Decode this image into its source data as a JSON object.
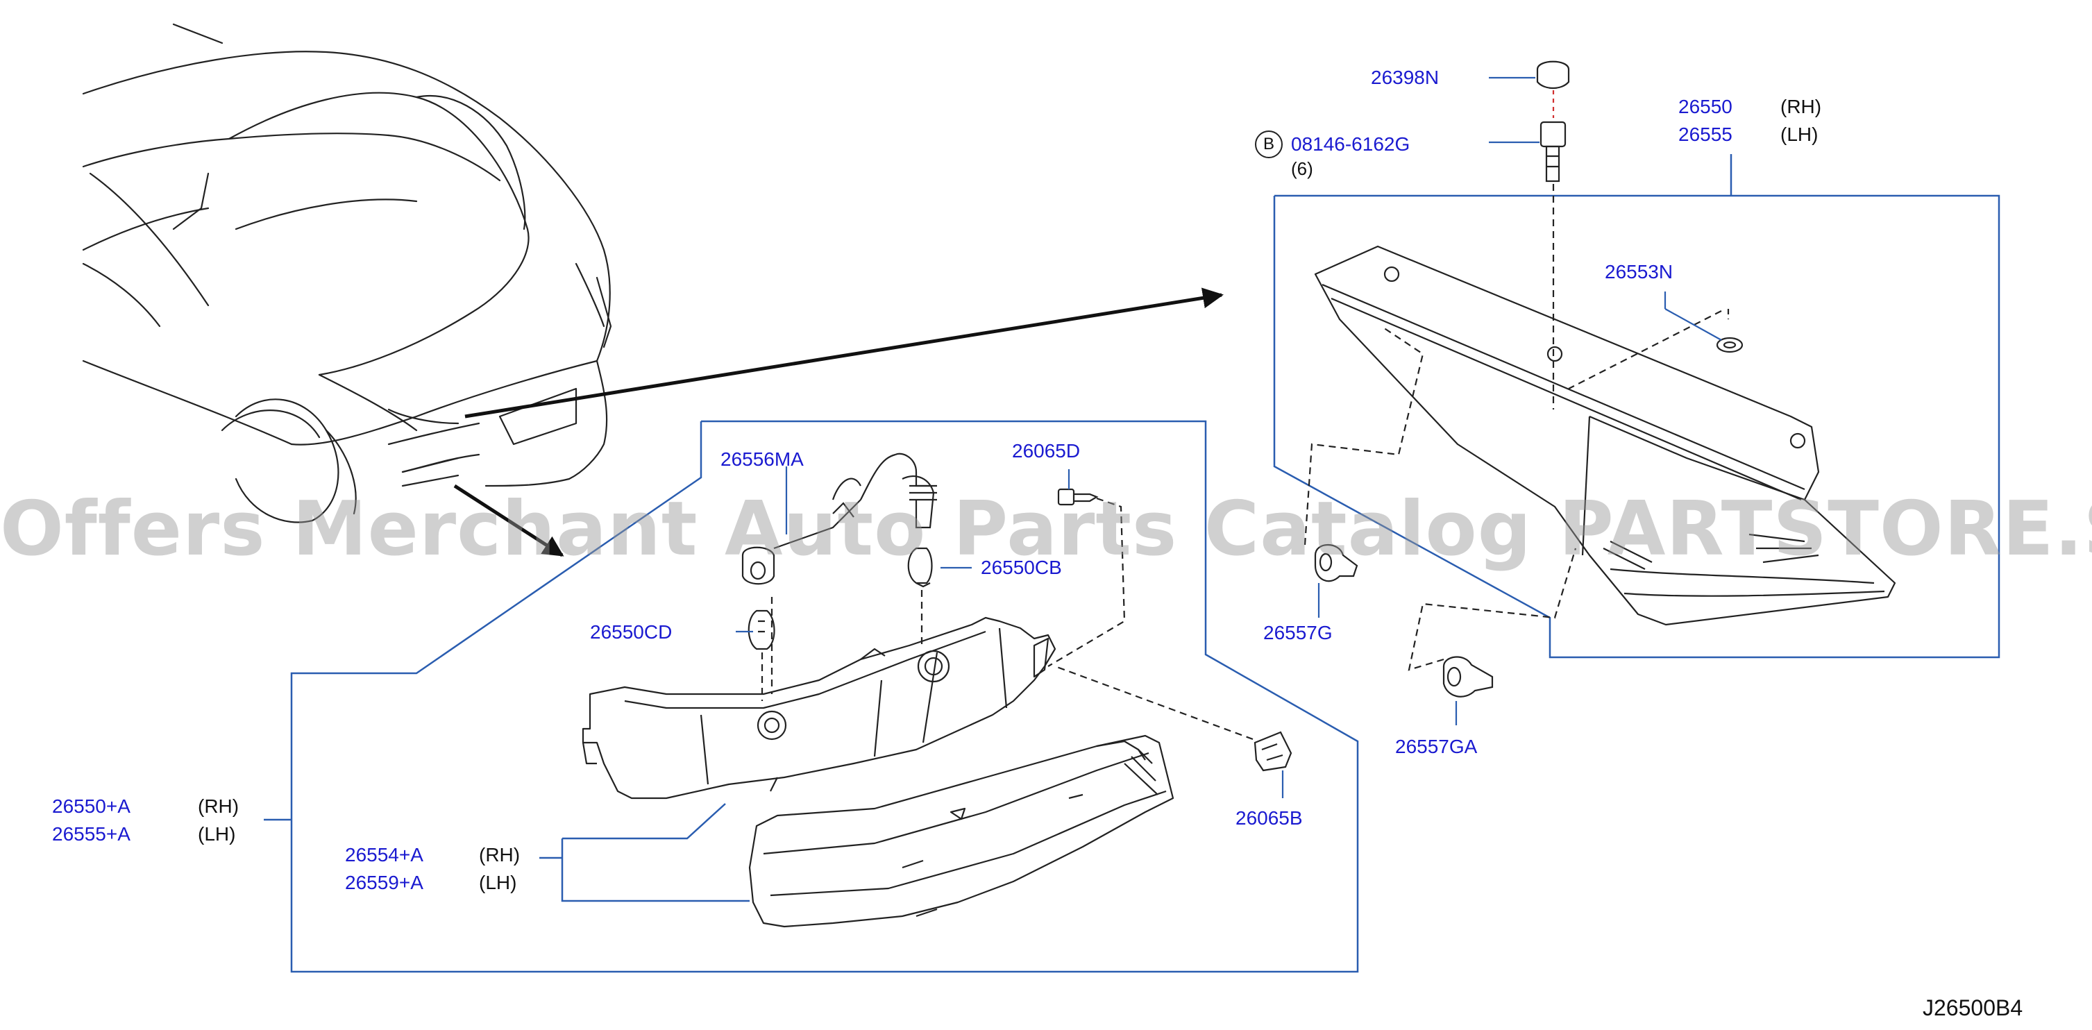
{
  "diagram_code": "J26500B4",
  "watermark": "Offers Merchant Auto Parts Catalog PARTSTORE.SA",
  "parts": {
    "p26398N": "26398N",
    "p08146": "08146-6162G",
    "p08146_qty": "(6)",
    "bolt_mark": "B",
    "p26550": "26550",
    "p26555": "26555",
    "p26553N": "26553N",
    "p26557G": "26557G",
    "p26557GA": "26557GA",
    "p26556MA": "26556MA",
    "p26065D": "26065D",
    "p26550CB": "26550CB",
    "p26550CD": "26550CD",
    "p26065B": "26065B",
    "p26550A": "26550+A",
    "p26555A": "26555+A",
    "p26554A": "26554+A",
    "p26559A": "26559+A"
  },
  "sides": {
    "rh": "(RH)",
    "lh": "(LH)"
  },
  "colors": {
    "label": "#1a1ad0",
    "frame": "#2a5db0",
    "drawing": "#1a1a1a"
  }
}
